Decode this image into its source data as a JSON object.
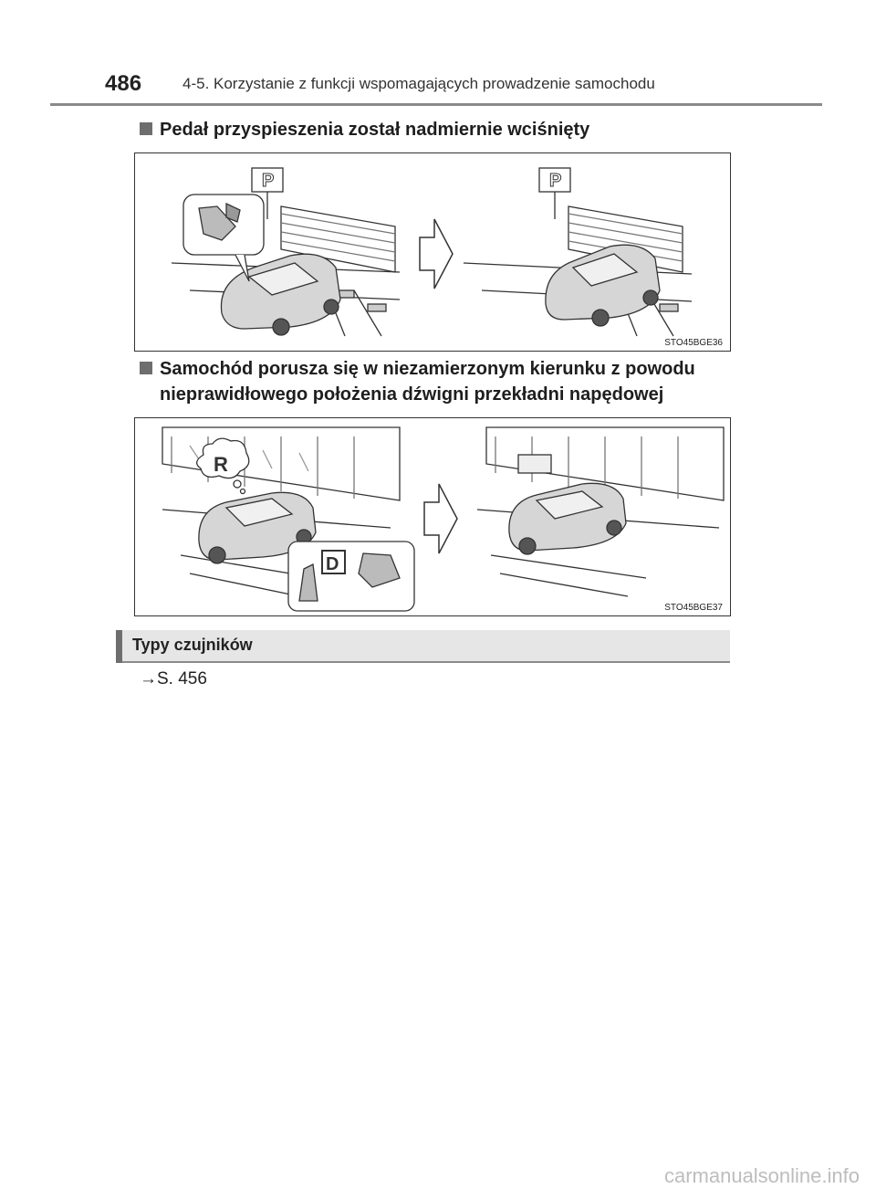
{
  "header": {
    "page_number": "486",
    "chapter": "4-5. Korzystanie z funkcji wspomagających prowadzenie samochodu"
  },
  "sections": {
    "heading1": "Pedał przyspieszenia został nadmiernie wciśnięty",
    "heading2_line1": "Samochód porusza się w niezamierzonym kierunku z powodu",
    "heading2_line2": "nieprawidłowego położenia dźwigni przekładni napędowej"
  },
  "figures": {
    "fig1": {
      "code": "STO45BGE36",
      "sign_letter": "P"
    },
    "fig2": {
      "code": "STO45BGE37",
      "gear_before": "R",
      "gear_after": "D"
    }
  },
  "subsection": {
    "title": "Typy czujników",
    "reference": "→S. 456"
  },
  "watermark": "carmanualsonline.info"
}
